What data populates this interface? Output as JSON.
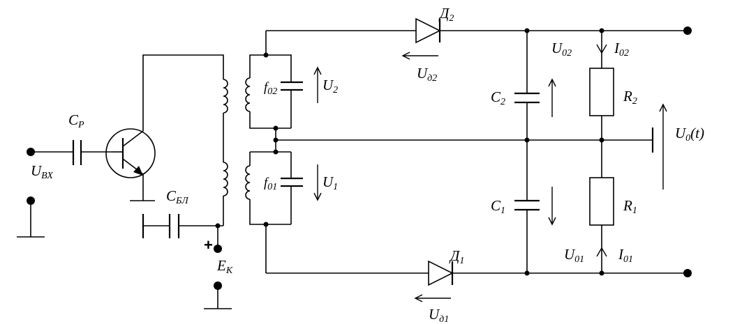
{
  "labels": {
    "cp": "C",
    "cp_sub": "Р",
    "uvx": "U",
    "uvx_sub": "ВХ",
    "cbl": "C",
    "cbl_sub": "БЛ",
    "ek": "E",
    "ek_sub": "К",
    "plus": "+",
    "f02": "f",
    "f02_sub": "02",
    "f01": "f",
    "f01_sub": "01",
    "u2": "U",
    "u2_sub": "2",
    "u1": "U",
    "u1_sub": "1",
    "d2": "Д",
    "d2_sub": "2",
    "d1": "Д",
    "d1_sub": "1",
    "ud2": "U",
    "ud2_sub": "д2",
    "ud1": "U",
    "ud1_sub": "д1",
    "c2": "C",
    "c2_sub": "2",
    "c1": "C",
    "c1_sub": "1",
    "u02": "U",
    "u02_sub": "02",
    "i02": "I",
    "i02_sub": "02",
    "u01": "U",
    "u01_sub": "01",
    "i01": "I",
    "i01_sub": "01",
    "r2": "R",
    "r2_sub": "2",
    "r1": "R",
    "r1_sub": "1",
    "u0t": "U",
    "u0t_sub": "0",
    "u0t_suffix": "(t)"
  }
}
